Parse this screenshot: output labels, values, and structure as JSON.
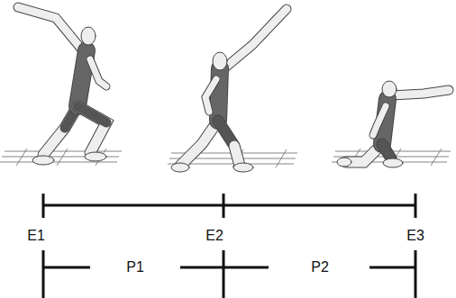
{
  "diagram": {
    "labels": [
      "E1",
      "E2",
      "E3",
      "P1",
      "P2"
    ]
  }
}
